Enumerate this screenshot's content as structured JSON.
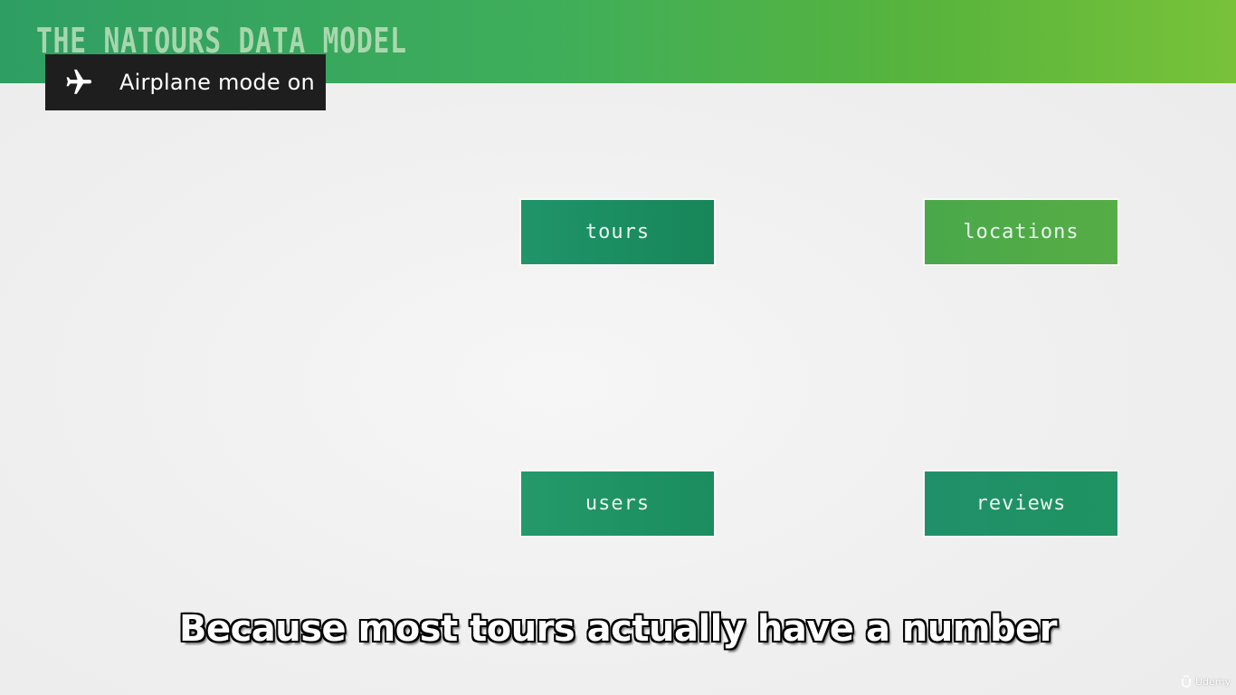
{
  "slide": {
    "title": "THE NATOURS DATA MODEL"
  },
  "notification": {
    "icon": "airplane-icon",
    "text": "Airplane mode on"
  },
  "entities": [
    {
      "label": "tours",
      "color": "#1a8d60"
    },
    {
      "label": "locations",
      "color": "#50aa48"
    },
    {
      "label": "users",
      "color": "#209465"
    },
    {
      "label": "reviews",
      "color": "#209166"
    }
  ],
  "caption": {
    "text": "Because most tours actually have a number"
  },
  "watermark": {
    "icon": "udemy-logo-icon",
    "text": "Udemy"
  },
  "colors": {
    "header_start": "#2f9e63",
    "header_end": "#78c23a",
    "background": "#f1f1f1",
    "toast_bg": "#1e1e1e"
  }
}
